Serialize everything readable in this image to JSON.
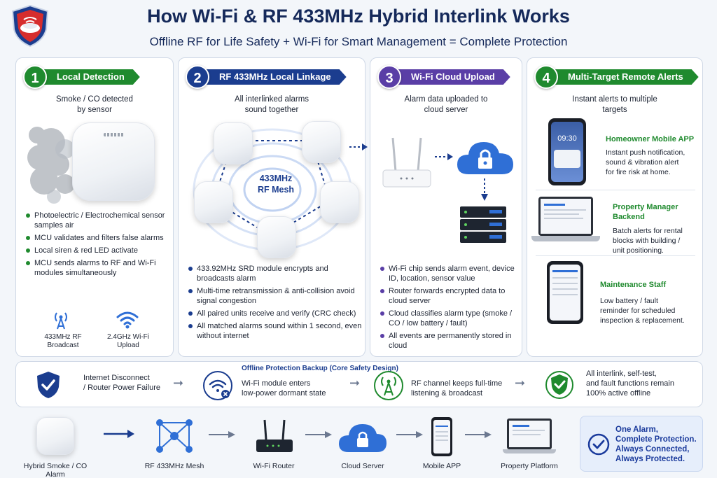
{
  "header": {
    "title": "How Wi-Fi & RF 433MHz Hybrid Interlink Works",
    "subtitle": "Offline RF for Life Safety  +  Wi-Fi for Smart Management  =  Complete Protection"
  },
  "colors": {
    "step1": "#1f8a2e",
    "step2": "#1b3d8f",
    "step3": "#5a3ea6",
    "step4": "#1f8a2e",
    "bullet1": "#1f8a2e",
    "bullet2": "#1b3d8f",
    "bullet3": "#5a3ea6",
    "navy": "#15295a",
    "cloud": "#2f6fd6"
  },
  "steps": [
    {
      "number": "1",
      "label": "Local Detection",
      "desc": [
        "Smoke / CO detected",
        "by sensor"
      ],
      "bullets": [
        "Photoelectric / Electrochemical sensor samples air",
        "MCU validates and filters false alarms",
        "Local siren & red LED activate",
        "MCU sends alarms to RF and Wi-Fi modules simultaneously"
      ],
      "modules": [
        {
          "icon": "rf-antenna-icon",
          "label": [
            "433MHz RF",
            "Broadcast"
          ]
        },
        {
          "icon": "wifi-icon",
          "label": [
            "2.4GHz Wi-Fi",
            "Upload"
          ]
        }
      ]
    },
    {
      "number": "2",
      "label": "RF 433MHz Local Linkage",
      "desc": [
        "All interlinked alarms",
        "sound together"
      ],
      "mesh_label": [
        "433MHz",
        "RF Mesh"
      ],
      "bullets": [
        "433.92MHz SRD module encrypts and broadcasts alarm",
        "Multi-time retransmission & anti-collision avoid signal congestion",
        "All paired units receive and verify (CRC check)",
        "All matched alarms sound within 1 second, even without internet"
      ]
    },
    {
      "number": "3",
      "label": "Wi-Fi Cloud Upload",
      "desc": [
        "Alarm data uploaded to",
        "cloud server"
      ],
      "bullets": [
        "Wi-Fi chip sends alarm event, device ID, location, sensor value",
        "Router forwards encrypted data to cloud server",
        "Cloud classifies alarm type (smoke / CO / low battery / fault)",
        "All events are permanently stored in cloud"
      ]
    },
    {
      "number": "4",
      "label": "Multi-Target Remote Alerts",
      "desc": [
        "Instant alerts to multiple",
        "targets"
      ],
      "phone_time": "09:30",
      "targets": [
        {
          "title": "Homeowner Mobile APP",
          "text": [
            "Instant push notification,",
            "sound & vibration alert",
            "for fire risk at home."
          ]
        },
        {
          "title": "Property Manager Backend",
          "text": [
            "Batch alerts for rental",
            "blocks with building /",
            "unit positioning."
          ]
        },
        {
          "title": "Maintenance Staff",
          "text": [
            "Low battery / fault",
            "reminder for scheduled",
            "inspection & replacement."
          ]
        }
      ]
    }
  ],
  "offline": {
    "heading": "Offline Protection Backup (Core Safety Design)",
    "items": [
      [
        "Internet Disconnect",
        "/ Router Power Failure"
      ],
      [
        "Wi-Fi module enters",
        "low-power dormant state"
      ],
      [
        "RF channel keeps full-time",
        "listening & broadcast"
      ],
      [
        "All interlink, self-test,",
        "and fault functions remain",
        "100% active offline"
      ]
    ]
  },
  "flow": [
    "Hybrid Smoke / CO Alarm",
    "RF 433MHz Mesh",
    "Wi-Fi Router",
    "Cloud Server",
    "Mobile APP",
    "Property Platform"
  ],
  "tagline": [
    "One Alarm,",
    "Complete Protection.",
    "Always Connected,",
    "Always Protected."
  ]
}
